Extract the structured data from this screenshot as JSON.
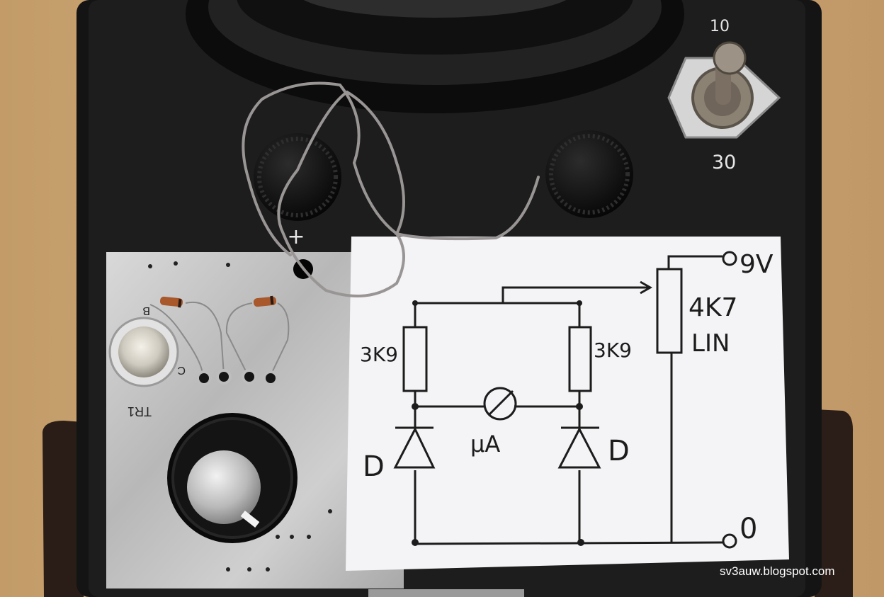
{
  "switch": {
    "top_label": "10",
    "bottom_label": "30"
  },
  "terminal_plus": "+",
  "board": {
    "transistor_label": "TR1",
    "base_pin": "B",
    "collector_pin": "C"
  },
  "schematic": {
    "supply_label": "9V",
    "pot_value": "4K7",
    "pot_taper": "LIN",
    "resistor_left": "3K9",
    "resistor_right": "3K9",
    "meter_label": "μA",
    "diode_left": "D",
    "diode_right": "D",
    "ground_label": "0"
  },
  "watermark": "sv3auw.blogspot.com"
}
